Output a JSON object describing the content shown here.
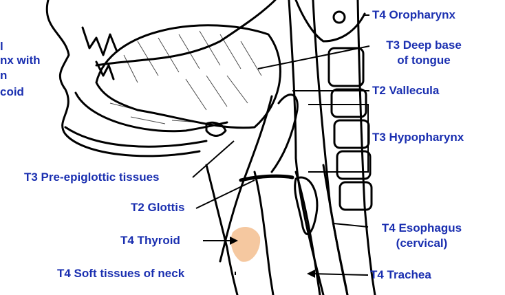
{
  "colors": {
    "label": "#1a2fb0",
    "ink": "#000000",
    "thyroid": "#f5c8a0",
    "background": "#ffffff"
  },
  "labels": {
    "left_partial": [
      "l",
      "nx with",
      "n",
      "coid"
    ],
    "pre_epiglottic": "T3 Pre-epiglottic tissues",
    "glottis": "T2 Glottis",
    "thyroid": "T4 Thyroid",
    "soft_tissues": "T4 Soft tissues of neck",
    "oropharynx": "T4 Oropharynx",
    "deep_base_line1": "T3 Deep base",
    "deep_base_line2": "of tongue",
    "vallecula": "T2 Vallecula",
    "hypopharynx": "T3 Hypopharynx",
    "esophagus_line1": "T4 Esophagus",
    "esophagus_line2": "(cervical)",
    "trachea": "T4 Trachea"
  }
}
